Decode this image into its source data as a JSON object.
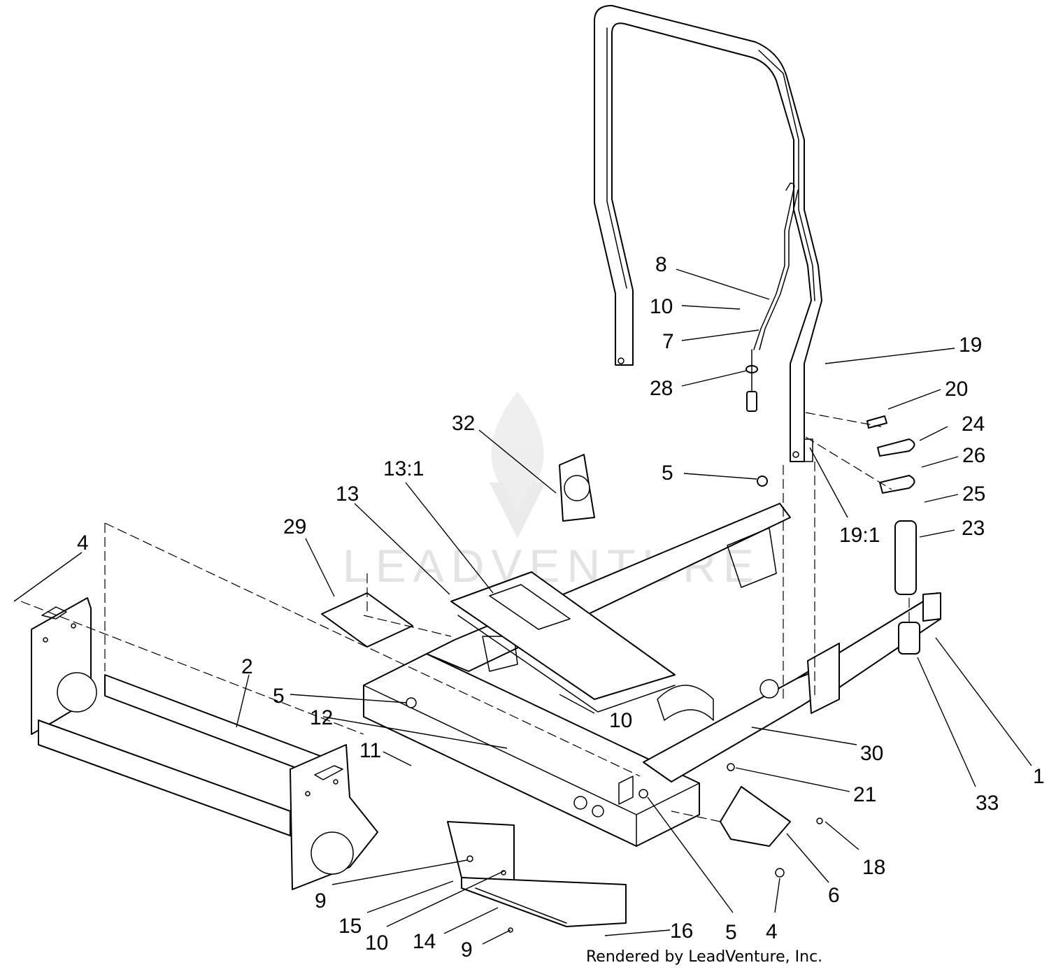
{
  "watermark": "LEADVENTURE",
  "credit": "Rendered by LeadVenture, Inc.",
  "callouts": [
    {
      "id": "c-8",
      "label": "8"
    },
    {
      "id": "c-10a",
      "label": "10"
    },
    {
      "id": "c-7",
      "label": "7"
    },
    {
      "id": "c-19",
      "label": "19"
    },
    {
      "id": "c-28",
      "label": "28"
    },
    {
      "id": "c-20",
      "label": "20"
    },
    {
      "id": "c-32",
      "label": "32"
    },
    {
      "id": "c-24",
      "label": "24"
    },
    {
      "id": "c-26",
      "label": "26"
    },
    {
      "id": "c-13-1",
      "label": "13:1"
    },
    {
      "id": "c-5a",
      "label": "5"
    },
    {
      "id": "c-13",
      "label": "13"
    },
    {
      "id": "c-25",
      "label": "25"
    },
    {
      "id": "c-29",
      "label": "29"
    },
    {
      "id": "c-19-1",
      "label": "19:1"
    },
    {
      "id": "c-23",
      "label": "23"
    },
    {
      "id": "c-4a",
      "label": "4"
    },
    {
      "id": "c-2",
      "label": "2"
    },
    {
      "id": "c-5b",
      "label": "5"
    },
    {
      "id": "c-10b",
      "label": "10"
    },
    {
      "id": "c-12",
      "label": "12"
    },
    {
      "id": "c-30",
      "label": "30"
    },
    {
      "id": "c-11",
      "label": "11"
    },
    {
      "id": "c-1",
      "label": "1"
    },
    {
      "id": "c-21",
      "label": "21"
    },
    {
      "id": "c-33",
      "label": "33"
    },
    {
      "id": "c-18",
      "label": "18"
    },
    {
      "id": "c-9a",
      "label": "9"
    },
    {
      "id": "c-6",
      "label": "6"
    },
    {
      "id": "c-15",
      "label": "15"
    },
    {
      "id": "c-16",
      "label": "16"
    },
    {
      "id": "c-10c",
      "label": "10"
    },
    {
      "id": "c-14",
      "label": "14"
    },
    {
      "id": "c-5c",
      "label": "5"
    },
    {
      "id": "c-4b",
      "label": "4"
    },
    {
      "id": "c-9b",
      "label": "9"
    }
  ]
}
